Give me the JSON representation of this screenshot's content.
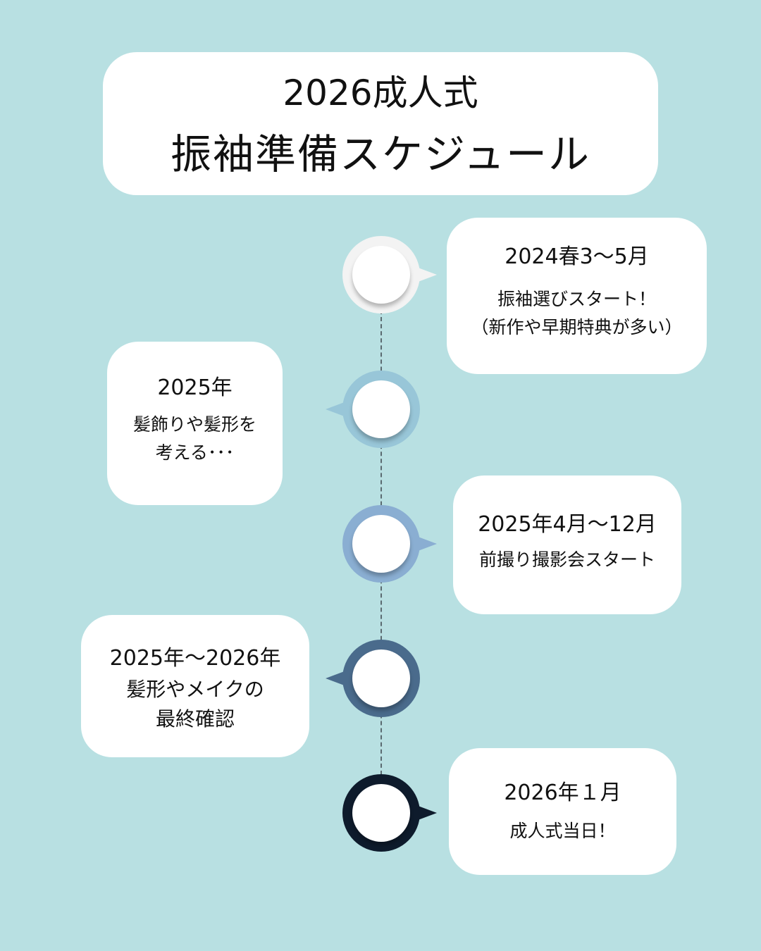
{
  "title": {
    "line1": "2026成人式",
    "line2": "振袖準備スケジュール"
  },
  "colors": {
    "background": "#b8e0e2",
    "node1": "#f3f3f3",
    "node2": "#98c6d8",
    "node3": "#8aaed2",
    "node4": "#4a6b8c",
    "node5": "#0e1b2c"
  },
  "steps": [
    {
      "heading": "2024春3〜5月",
      "body1": "振袖選びスタート！",
      "body2": "（新作や早期特典が多い）"
    },
    {
      "heading": "2025年",
      "body1": "髪飾りや髪形を",
      "body2": "考える･･･"
    },
    {
      "heading": "2025年4月〜12月",
      "body1": "前撮り撮影会スタート"
    },
    {
      "heading": "2025年〜2026年",
      "body1": "髪形やメイクの",
      "body2": "最終確認"
    },
    {
      "heading": "2026年１月",
      "body1": "成人式当日！"
    }
  ]
}
